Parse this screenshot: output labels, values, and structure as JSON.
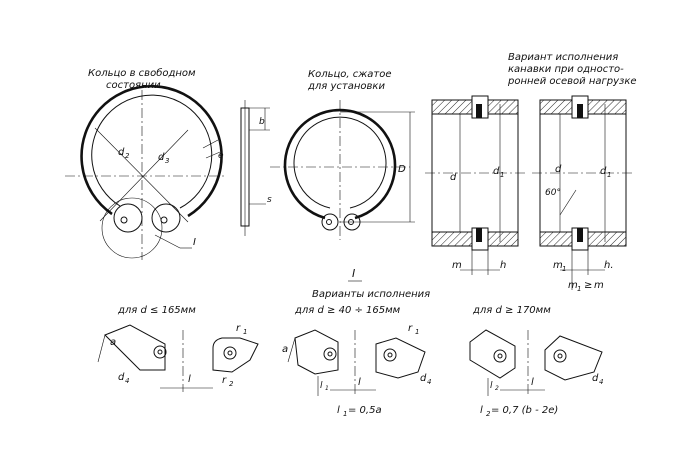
{
  "titles": {
    "free_state_1": "Кольцо в свободном",
    "free_state_2": "состоянии",
    "compressed_1": "Кольцо, сжатое",
    "compressed_2": "для установки",
    "variant_1": "Вариант исполнения",
    "variant_2": "канавки при односто-",
    "variant_3": "ронней осевой нагрузке",
    "detail": "I",
    "variants": "Варианты исполнения"
  },
  "labels": {
    "d2": "d",
    "d2_sub": "2",
    "d3": "d",
    "d3_sub": "3",
    "e": "e",
    "b": "b",
    "s": "s",
    "leader_I": "I",
    "D": "D",
    "d": "d",
    "d1": "d",
    "d1_sub": "1",
    "d1b": "d",
    "d1b_sub": "1",
    "m": "m",
    "h": "h",
    "m1": "m",
    "m1_sub": "1",
    "h_dot": "h.",
    "angle": "60°",
    "rule_m1": "m",
    "rule_m1_sub": "1",
    "rule_sym": "≥",
    "rule_m": "m"
  },
  "variants": {
    "v1": {
      "cond": "для  d ≤ 165мм",
      "a": "a",
      "d4": "d",
      "d4_sub": "4",
      "l": "l",
      "r1": "r",
      "r1_sub": "1",
      "r2": "r",
      "r2_sub": "2"
    },
    "v2": {
      "cond": "для d ≥ 40 ÷ 165мм",
      "a": "a",
      "d4": "d",
      "d4_sub": "4",
      "l": "l",
      "l1": "l",
      "l1_sub": "1",
      "r1": "r",
      "r1_sub": "1",
      "formula": "l",
      "formula_sub": "1",
      "formula_rest": " = 0,5a"
    },
    "v3": {
      "cond": "для d ≥ 170мм",
      "d4": "d",
      "d4_sub": "4",
      "l": "l",
      "l2": "l",
      "l2_sub": "2",
      "formula": "l",
      "formula_sub": "2",
      "formula_rest": " = 0,7 (b - 2e)"
    }
  }
}
